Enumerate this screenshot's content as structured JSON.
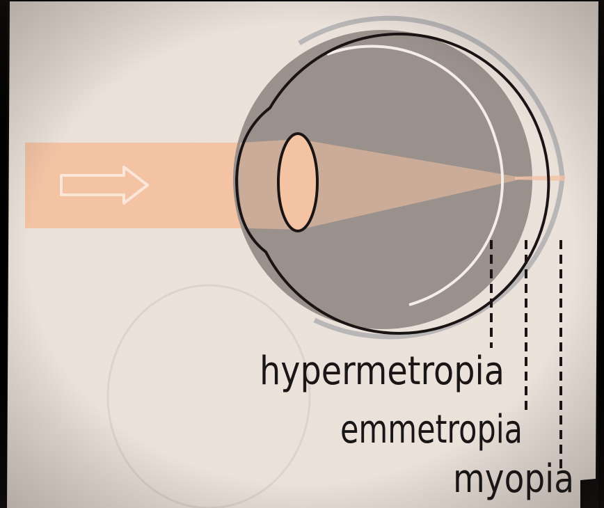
{
  "labels": {
    "hypermetropia": "hypermetropia",
    "emmetropia": "emmetropia",
    "myopia": "myopia"
  },
  "colors": {
    "paper": "#ece3db",
    "light_beam": "#f3c3a4",
    "eyeball": "#9a908c",
    "outline": "#1a1414",
    "retina_line": "#f4eeea",
    "myopia_outline": "#b9b6b8",
    "frame": "#000000"
  },
  "icons": {
    "direction": "arrow-right-icon"
  }
}
